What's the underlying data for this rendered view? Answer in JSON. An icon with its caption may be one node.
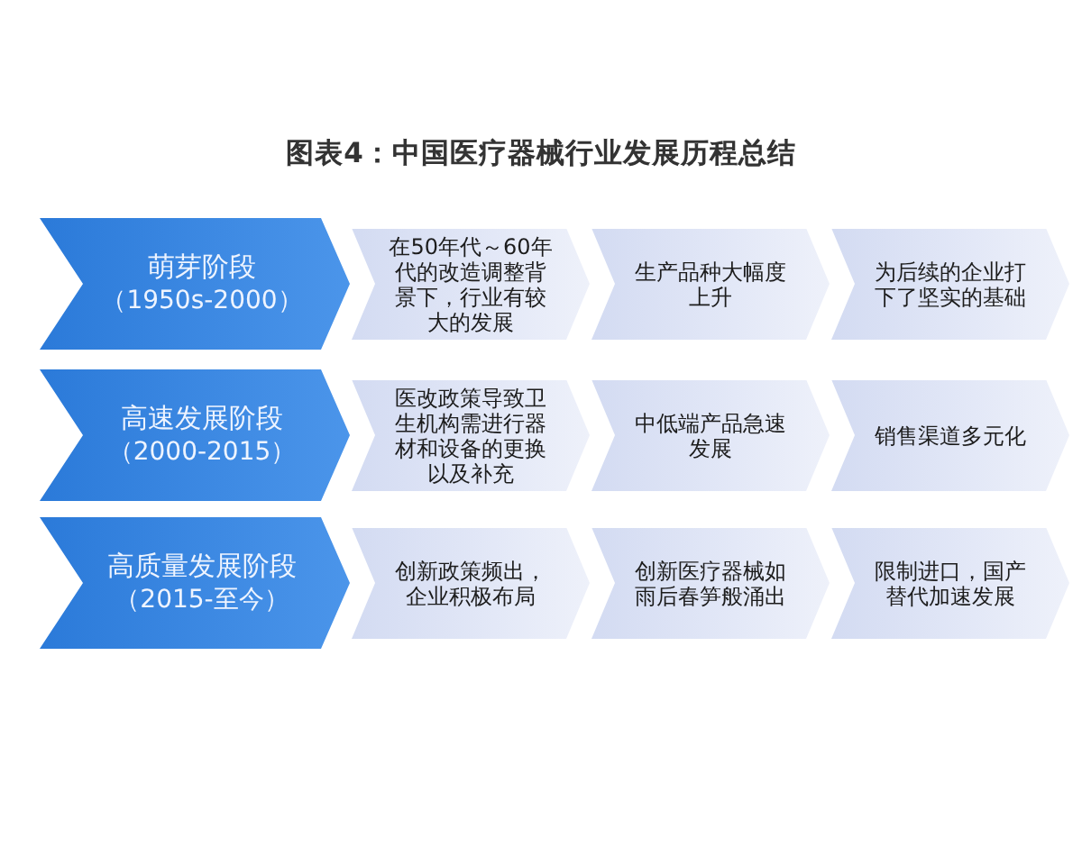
{
  "diagram": {
    "title": "图表4：中国医疗器械行业发展历程总结",
    "nodes": [
      {
        "text": [
          "萌芽阶段",
          "（1950s-2000）"
        ]
      },
      {
        "text": [
          "在50年代～60年代的改造调整背景下，行业有较大的发展"
        ]
      },
      {
        "text": [
          "生产品种大幅度上升"
        ]
      },
      {
        "text": [
          "为后续的企业打下了坚实的基础"
        ]
      },
      {
        "text": [
          "高速发展阶段",
          "（2000-2015）"
        ]
      },
      {
        "text": [
          "医改政策导致卫生机构需进行器材和设备的更换以及补充"
        ]
      },
      {
        "text": [
          "中低端产品急速发展"
        ]
      },
      {
        "text": [
          "销售渠道多元化"
        ]
      },
      {
        "text": [
          "高质量发展阶段",
          "（2015-至今）"
        ]
      },
      {
        "text": [
          "创新政策频出，企业积极布局"
        ]
      },
      {
        "text": [
          "创新医疗器械如雨后春笋般涌出"
        ]
      },
      {
        "text": [
          "限制进口，国产替代加速发展"
        ]
      }
    ]
  }
}
